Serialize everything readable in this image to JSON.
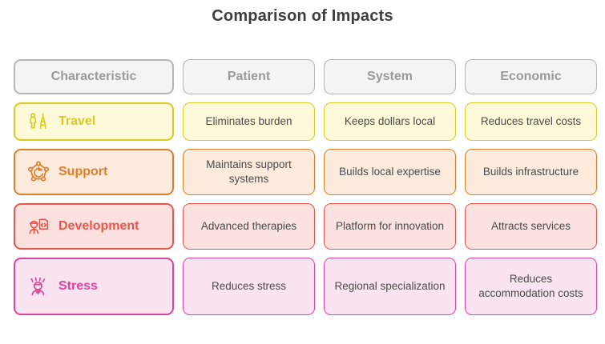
{
  "title": "Comparison of Impacts",
  "table": {
    "columns": [
      "Characteristic",
      "Patient",
      "System",
      "Economic"
    ],
    "rows": [
      {
        "label": "Travel",
        "icon": "traveler-eiffel-tower-icon",
        "accent": "#d8cc22",
        "fill": "#fdf9d9",
        "cells": [
          "Eliminates burden",
          "Keeps dollars local",
          "Reduces travel costs"
        ]
      },
      {
        "label": "Support",
        "icon": "network-nodes-refresh-icon",
        "accent": "#de7e28",
        "fill": "#fcebdc",
        "cells": [
          "Maintains support systems",
          "Builds local expertise",
          "Builds infrastructure"
        ]
      },
      {
        "label": "Development",
        "icon": "engineer-code-document-icon",
        "accent": "#e9564e",
        "fill": "#fbe2e0",
        "cells": [
          "Advanced therapies",
          "Platform for innovation",
          "Attracts services"
        ]
      },
      {
        "label": "Stress",
        "icon": "stressed-person-icon",
        "accent": "#e0439c",
        "fill": "#fbe4f2",
        "cells": [
          "Reduces stress",
          "Regional specialization",
          "Reduces accommodation costs"
        ]
      }
    ]
  },
  "colors": {
    "title_text": "#3d3d3d",
    "header_fill": "#f4f4f4",
    "header_border": "#b6b6b6",
    "header_text": "#9a9a9a",
    "cell_text": "#4a4a4a"
  }
}
